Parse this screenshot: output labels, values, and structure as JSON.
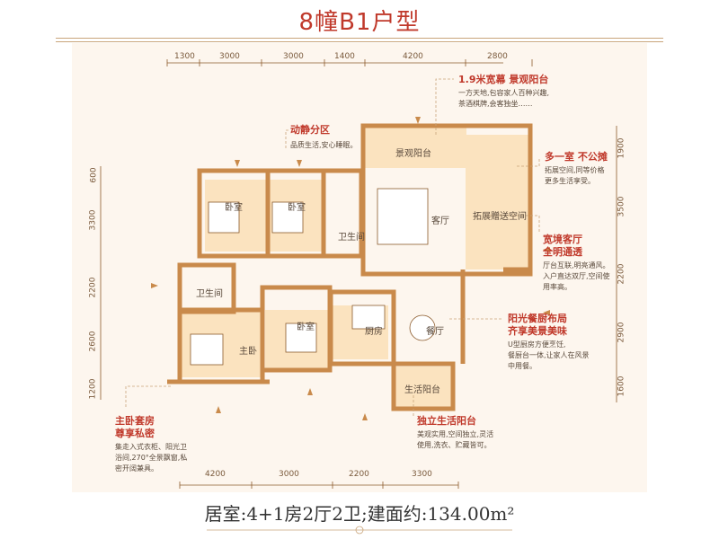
{
  "title": "8幢B1户型",
  "dims_top": [
    "1300",
    "3000",
    "3000",
    "1400",
    "4200",
    "2800"
  ],
  "dims_bottom": [
    "4200",
    "3000",
    "2200",
    "3300"
  ],
  "dims_left": [
    "600",
    "3300",
    "2200",
    "2600",
    "1200"
  ],
  "dims_right": [
    "1900",
    "3500",
    "2200",
    "2900",
    "1600"
  ],
  "rooms": {
    "bedroom1": "卧室",
    "bedroom2": "卧室",
    "bedroom3": "卧室",
    "bath1": "卫生间",
    "bath2": "卫生间",
    "master": "主卧",
    "living": "客厅",
    "kitchen": "厨房",
    "dining": "餐厅",
    "balcony1": "景观阳台",
    "bonus": "拓展赠送空间",
    "balcony2": "生活阳台"
  },
  "notes": {
    "n1_title": "1.9米宽幕 景观阳台",
    "n1_body": [
      "一方天地,包容家人百种兴趣,",
      "茶酒棋牌,会客独坐……"
    ],
    "n2_title": "动静分区",
    "n2_body": [
      "品质生活,安心睡眠。"
    ],
    "n3_title": "多一室 不公摊",
    "n3_body": [
      "拓展空间,同等价格",
      "更多生活享受。"
    ],
    "n4_title": [
      "宽境客厅",
      "全明通透"
    ],
    "n4_body": [
      "厅台互联,明亮通风。",
      "入户直达双厅,空间使",
      "用率高。"
    ],
    "n5_title": [
      "阳光餐厨布局",
      "齐享美景美味"
    ],
    "n5_body": [
      "U型厨房方便烹饪,",
      "餐厨台一体,让家人在风景",
      "中用餐。"
    ],
    "n6_title": [
      "主卧套房",
      "尊享私密"
    ],
    "n6_body": [
      "集走入式衣柜、阳光卫",
      "浴间,270°全景飘窗,私",
      "密开阔兼具。"
    ],
    "n7_title": "独立生活阳台",
    "n7_body": [
      "美观实用,空间独立,灵活",
      "使用,洗衣、贮藏皆可。"
    ]
  },
  "footer": "居室:4+1房2厅2卫;建面约:134.00m²",
  "colors": {
    "accent": "#c0392b",
    "wall": "#c98a4b",
    "floor": "#fbe3bf",
    "outline": "#8b5a2b"
  }
}
